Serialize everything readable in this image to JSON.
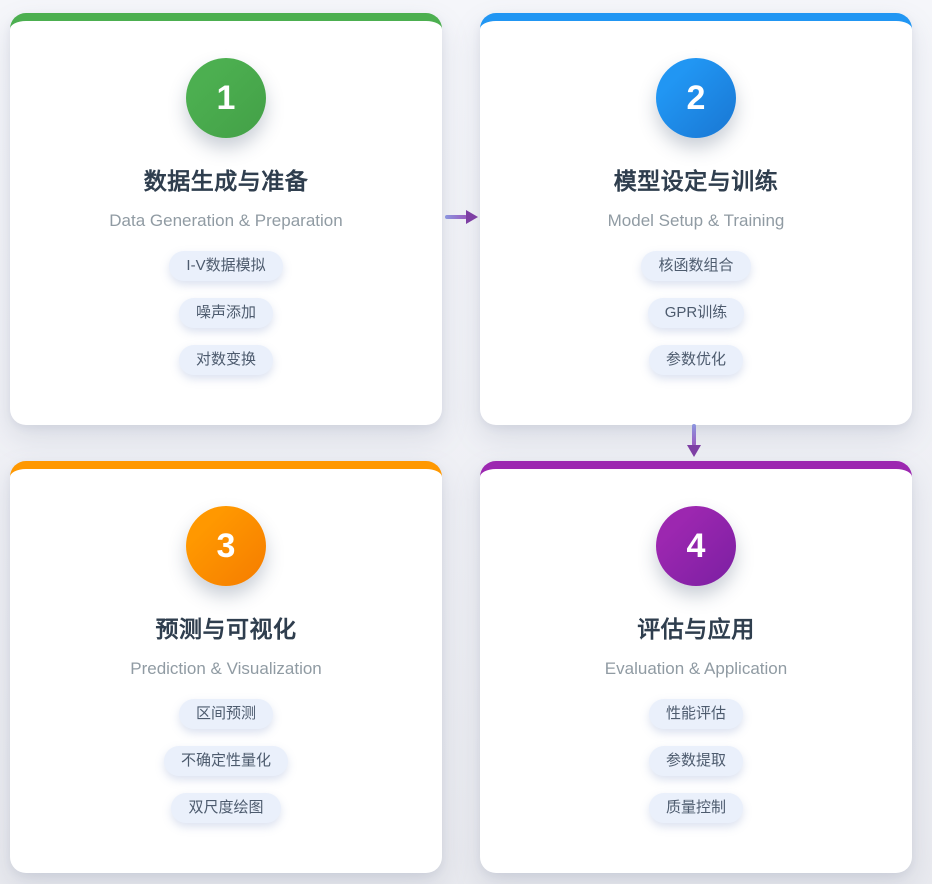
{
  "steps": [
    {
      "number": "1",
      "title": "数据生成与准备",
      "subtitle": "Data Generation & Preparation",
      "tags": [
        "I-V数据模拟",
        "噪声添加",
        "对数变换"
      ],
      "accent": "#4CAF50",
      "accent_dark": "#43A047"
    },
    {
      "number": "2",
      "title": "模型设定与训练",
      "subtitle": "Model Setup & Training",
      "tags": [
        "核函数组合",
        "GPR训练",
        "参数优化"
      ],
      "accent": "#2196F3",
      "accent_dark": "#1976D2"
    },
    {
      "number": "3",
      "title": "预测与可视化",
      "subtitle": "Prediction & Visualization",
      "tags": [
        "区间预测",
        "不确定性量化",
        "双尺度绘图"
      ],
      "accent": "#FF9800",
      "accent_dark": "#F57C00"
    },
    {
      "number": "4",
      "title": "评估与应用",
      "subtitle": "Evaluation & Application",
      "tags": [
        "性能评估",
        "参数提取",
        "质量控制"
      ],
      "accent": "#9C27B0",
      "accent_dark": "#7B1FA2"
    }
  ],
  "arrows": {
    "right_arrow_connects": "step-1-to-step-2",
    "down_arrow_connects": "step-2-to-step-4",
    "shaft_start_color": "#8B96DF",
    "shaft_end_color": "#9A5BC0",
    "head_color": "#7E3FA4"
  }
}
